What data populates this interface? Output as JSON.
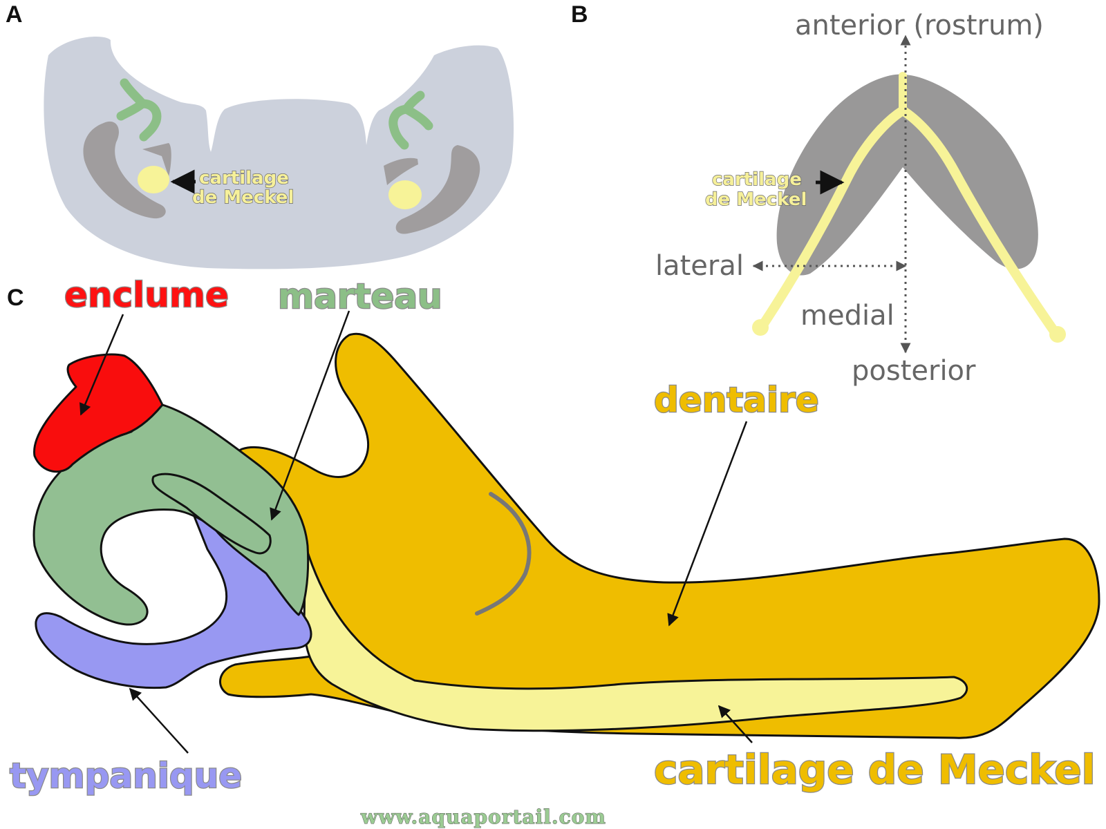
{
  "panels": {
    "a": {
      "letter": "A",
      "label_line1": "cartilage",
      "label_line2": "de Meckel"
    },
    "b": {
      "letter": "B",
      "anterior": "anterior (rostrum)",
      "posterior": "posterior",
      "lateral": "lateral",
      "medial": "medial",
      "label_line1": "cartilage",
      "label_line2": "de Meckel"
    },
    "c": {
      "letter": "C",
      "enclume": "enclume",
      "marteau": "marteau",
      "dentaire": "dentaire",
      "tympanique": "tympanique",
      "meckel": "cartilage de Meckel"
    }
  },
  "watermark": "www.aquaportail.com",
  "colors": {
    "tissue": "#ccd1dc",
    "bone_gray": "#a09d9e",
    "cartilage_yellow": "#f7f398",
    "green": "#8cbf87",
    "enclume_red": "#f90d0d",
    "marteau_green": "#92bf92",
    "tympanique_blue": "#9898f2",
    "dentaire_gold": "#efbd00",
    "panel_b_gray": "#999898"
  }
}
